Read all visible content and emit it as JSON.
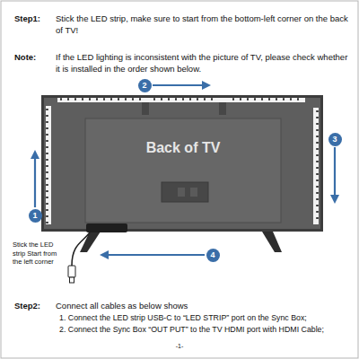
{
  "diagram": {
    "nodes": [
      {
        "text": [
          "Back of TV"
        ]
      },
      {
        "text": [
          "1"
        ]
      },
      {
        "text": [
          "2"
        ]
      },
      {
        "text": [
          "3"
        ]
      },
      {
        "text": [
          "4"
        ]
      }
    ],
    "labels": [
      "Step1:",
      "Stick the LED strip, make sure to start from the bottom-left corner on the back of TV!",
      "Note:",
      "If the LED lighting is inconsistent with the picture of TV, please check whether it is installed in the order shown below.",
      "Stick the LED strip Start from the left corner",
      "Step2:",
      "Connect all cables as below shows",
      "1. Connect the LED strip USB-C to “LED STRIP” port on the Sync Box;",
      "2. Connect the Sync Box “OUT PUT” to the TV HDMI port with HDMI Cable;",
      "-1-"
    ]
  }
}
